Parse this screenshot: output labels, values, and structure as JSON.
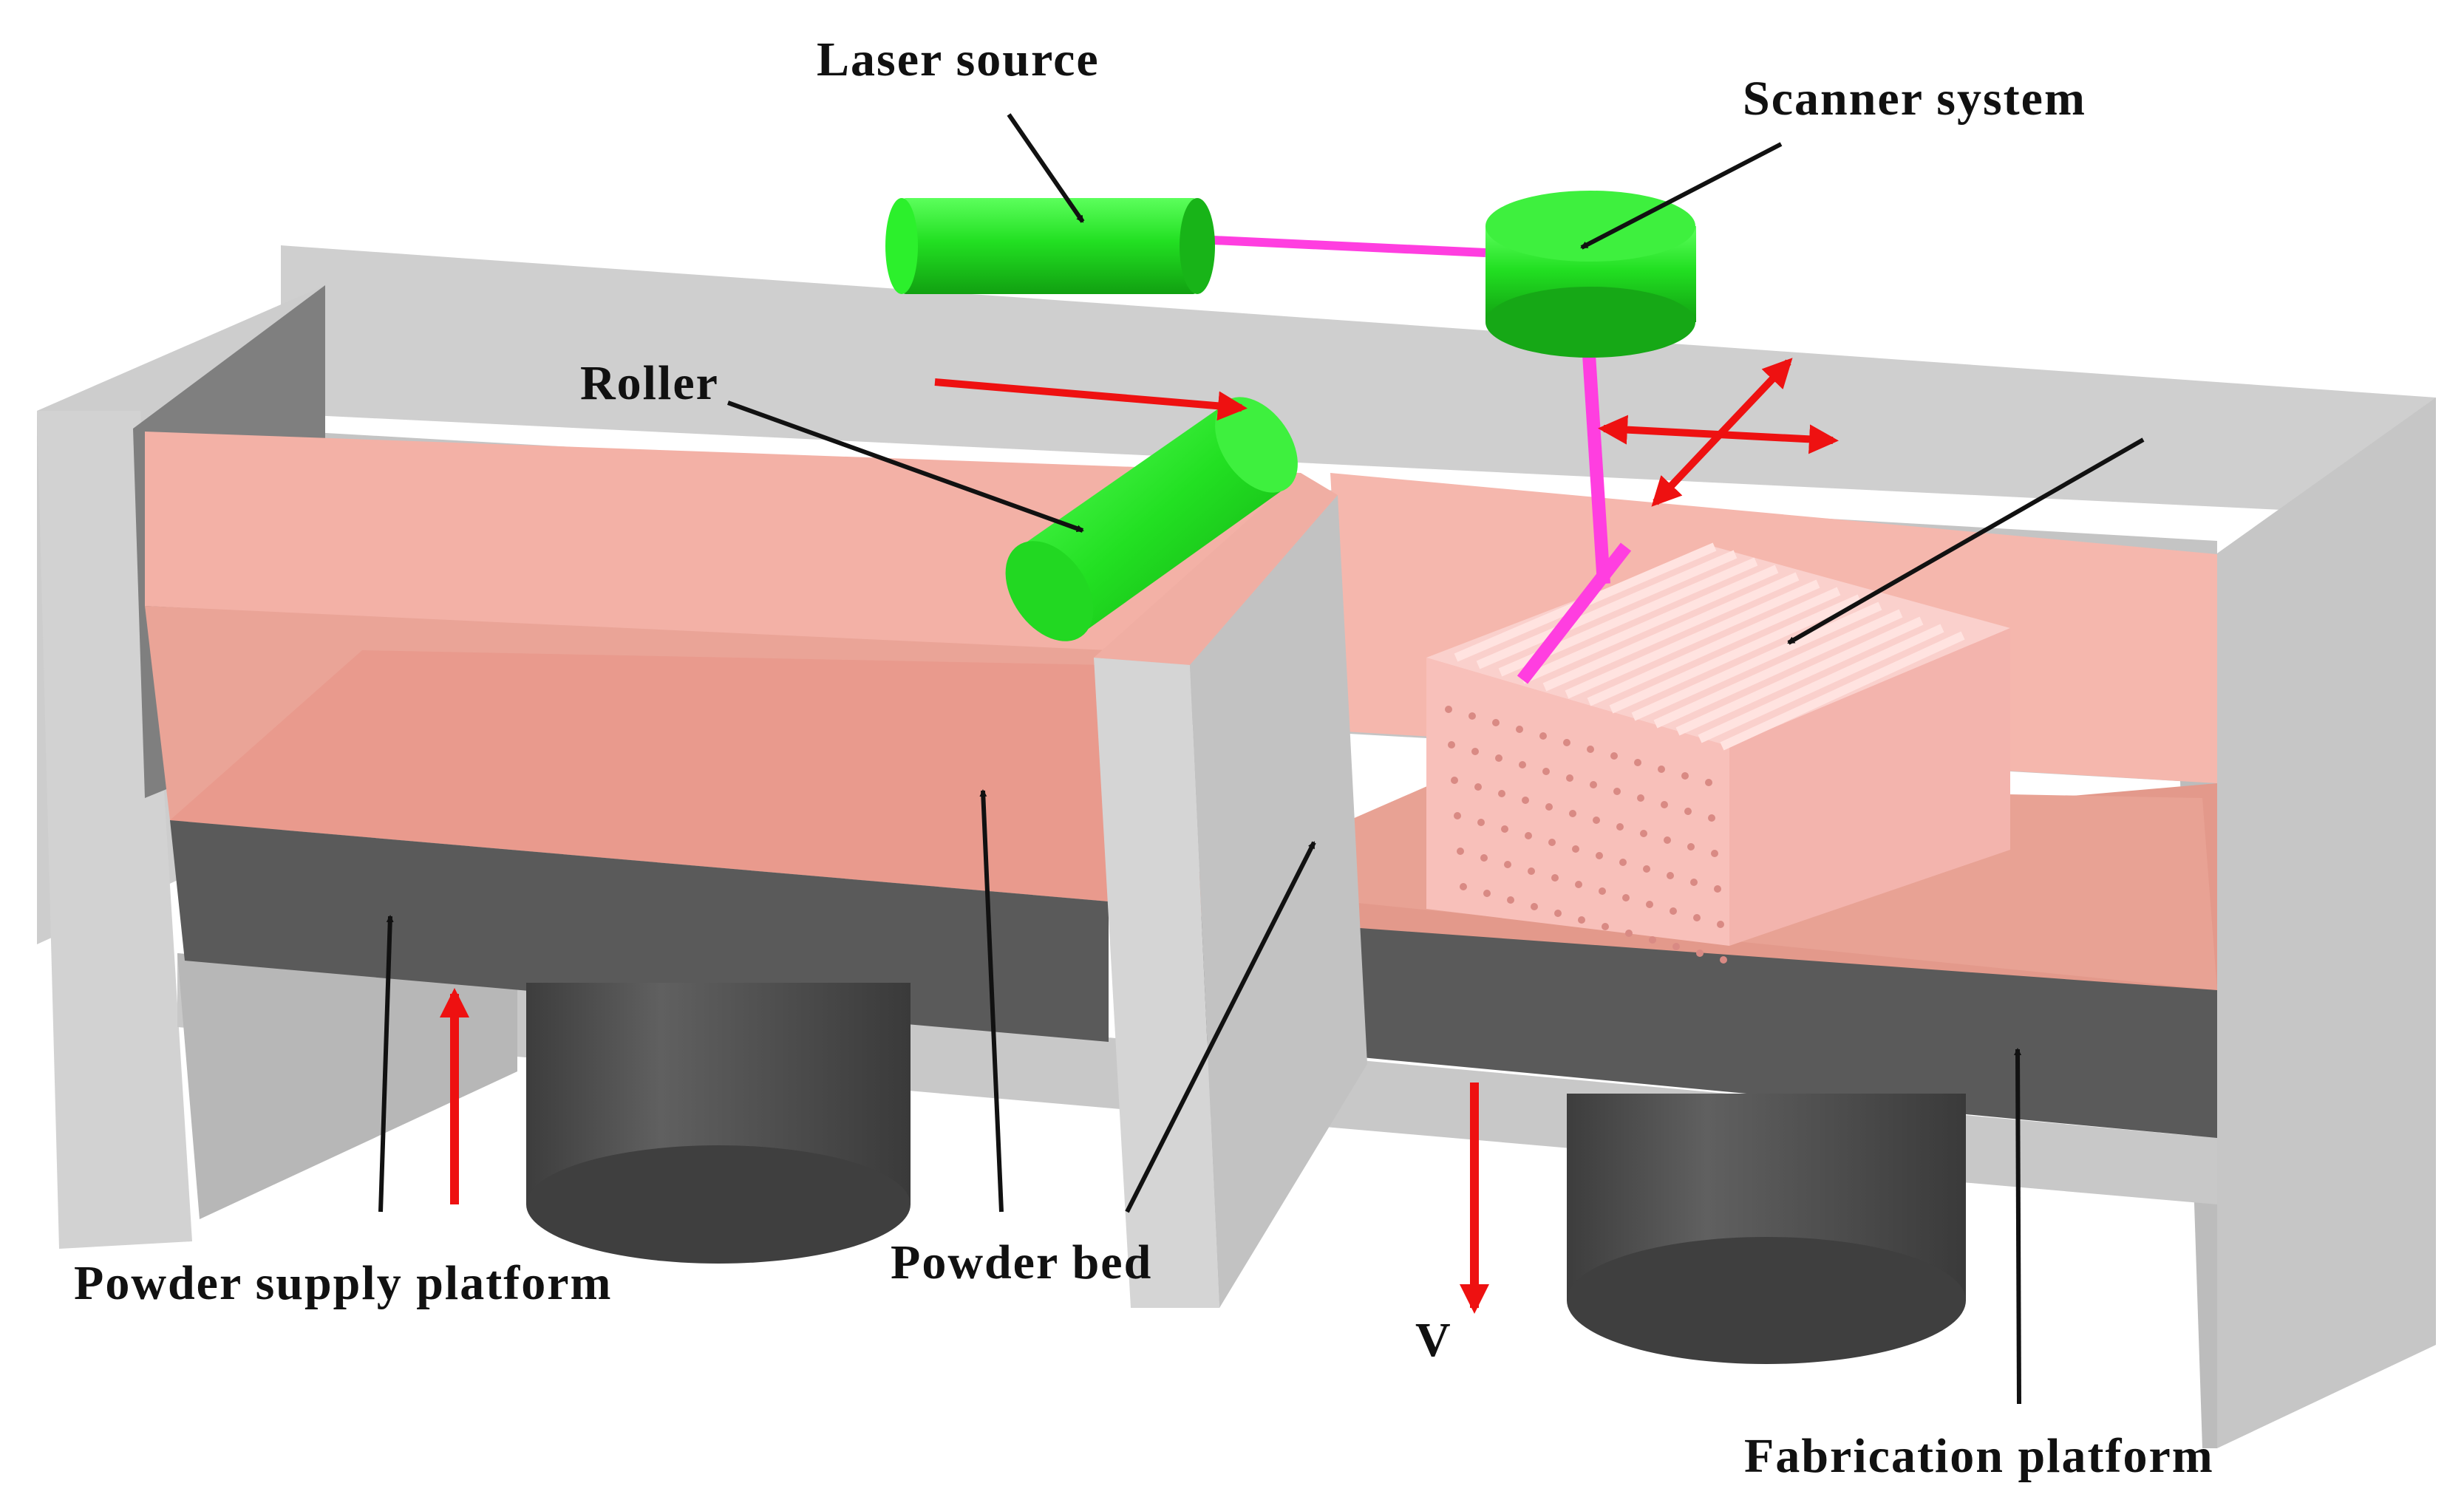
{
  "labels": {
    "laser_source": "Laser source",
    "scanner_system": "Scanner system",
    "roller": "Roller",
    "powder_supply_platform": "Powder supply platform",
    "powder_bed": "Powder bed",
    "velocity": "V",
    "fabrication_platform": "Fabrication platform"
  },
  "colors": {
    "frame": "#cfcfcf",
    "frame_shadow": "#a9a9a9",
    "powder": "#f3b1a6",
    "powder_dark": "#e39a8c",
    "platform": "#5a5a5a",
    "piston": "#4a4a4a",
    "component": "#22e022",
    "laser_beam": "#ff3ee0",
    "motion_arrow": "#ee1111",
    "pointer": "#111111",
    "part": "#f9c4c0"
  }
}
